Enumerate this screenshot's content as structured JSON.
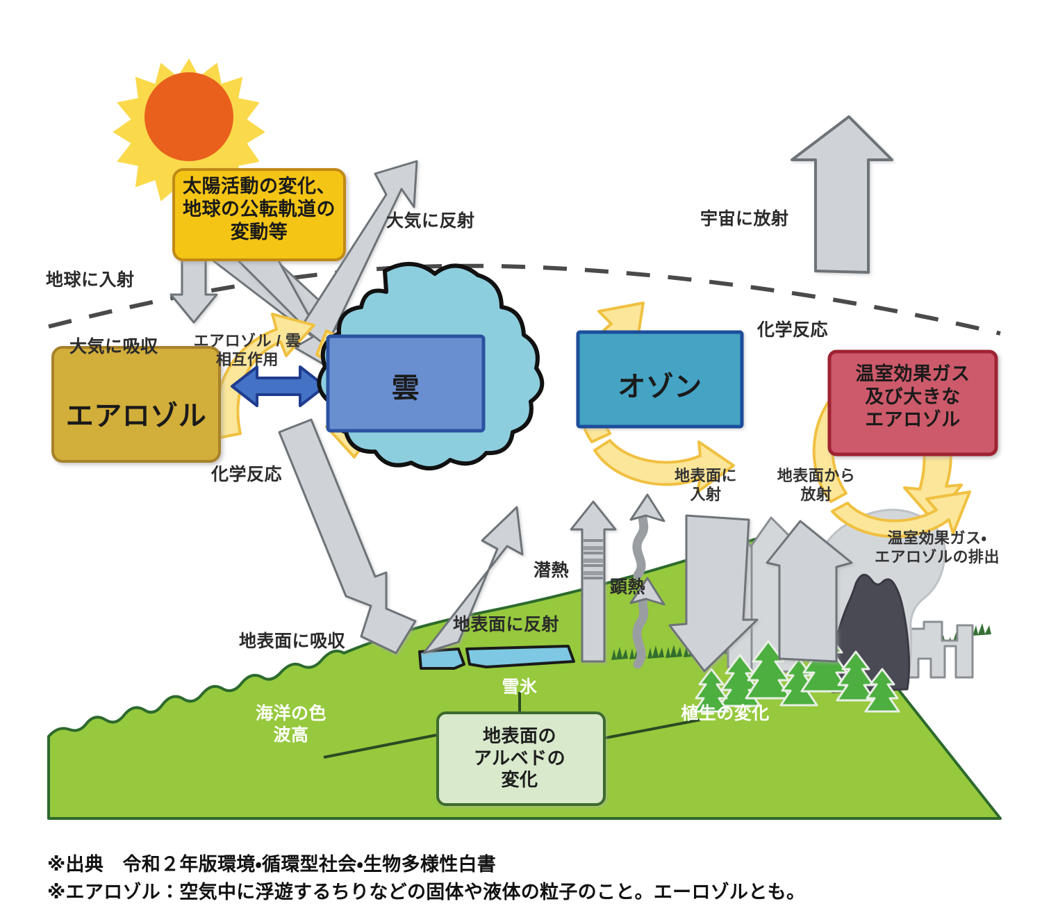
{
  "diagram": {
    "title_hidden": "",
    "boxes": {
      "sun_driver": "太陽活動の変化、\n地球の公転軌道の\n変動等",
      "aerosol": "エアロゾル",
      "cloud": "雲",
      "ozone": "オゾン",
      "greenhouse": "温室効果ガス\n及び大きな\nエアロゾル",
      "albedo": "地表面の\nアルベドの\n変化"
    },
    "flow_labels": {
      "incoming_earth": "地球に入射",
      "reflected_atmosphere": "大気に反射",
      "absorbed_atmosphere": "大気に吸収",
      "aerosol_cloud_interaction": "エアロゾル / 雲\n相互作用",
      "chemical_reaction_left": "化学反応",
      "chemical_reaction_right": "化学反応",
      "radiated_space": "宇宙に放射",
      "absorbed_surface": "地表面に吸収",
      "reflected_surface": "地表面に反射",
      "latent_heat": "潜熱",
      "sensible_heat": "顕熱",
      "incoming_surface": "地表面に\n入射",
      "radiated_surface": "地表面から\n放射",
      "emissions": "温室効果ガス・\nエアロゾルの排出",
      "snow_ice": "雪氷",
      "ocean_color": "海洋の色\n波高",
      "vegetation_change": "植生の変化"
    },
    "footnotes": {
      "source": "※出典　令和２年版環境・循環型社会・生物多様性白書",
      "aerosol_note": "※エアロゾル：空気中に浮遊するちりなどの固体や液体の粒子のこと。エーロゾルとも。"
    },
    "colors": {
      "sun_outer": "#FAD94B",
      "sun_inner": "#E8601C",
      "sun_box_fill": "#F5C518",
      "sun_box_stroke": "#C08A12",
      "aerosol_fill": "#D2AE3A",
      "aerosol_stroke": "#A8822A",
      "cloud_blob_fill": "#8DCEDE",
      "cloud_box_fill": "#6A8FD0",
      "cloud_box_stroke": "#2A52A0",
      "ozone_fill": "#45A3C4",
      "ozone_stroke": "#1F4E9C",
      "ghg_fill": "#CC5A6B",
      "ghg_stroke": "#9E2230",
      "albedo_fill": "#D8E9CC",
      "albedo_stroke": "#3D6B2E",
      "ground_fill": "#96C93D",
      "ground_stroke": "#2D6A2D",
      "gray_arrow_fill": "#CFD3D8",
      "gray_arrow_stroke": "#6E7378",
      "yellow_arrow_fill": "#FBE69A",
      "yellow_arrow_stroke": "#F0C040",
      "blue_arrow_fill": "#4472C4",
      "blue_arrow_stroke": "#1F3C8F",
      "snow_fill": "#7EC8E3",
      "tree_fill": "#4CAF3F",
      "city_fill": "#D4D7DA",
      "smoke_fill": "#4A4A55",
      "dashed_line": "#4A4A4A"
    }
  }
}
